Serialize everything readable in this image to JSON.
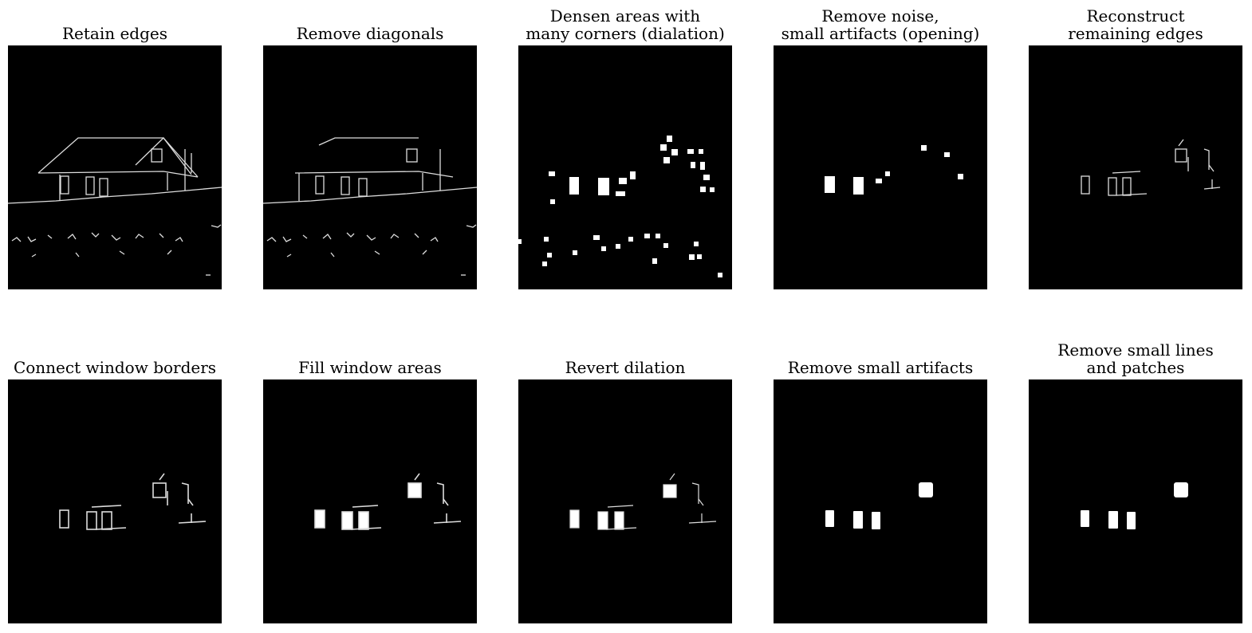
{
  "panels": [
    {
      "title": "Retain edges"
    },
    {
      "title": "Remove diagonals"
    },
    {
      "title": "Densen areas with\nmany corners (dialation)"
    },
    {
      "title": "Remove noise,\nsmall artifacts (opening)"
    },
    {
      "title": "Reconstruct\nremaining edges"
    },
    {
      "title": "Connect window borders"
    },
    {
      "title": "Fill window areas"
    },
    {
      "title": "Revert dilation"
    },
    {
      "title": "Remove small artifacts"
    },
    {
      "title": "Remove small lines\nand patches"
    }
  ]
}
